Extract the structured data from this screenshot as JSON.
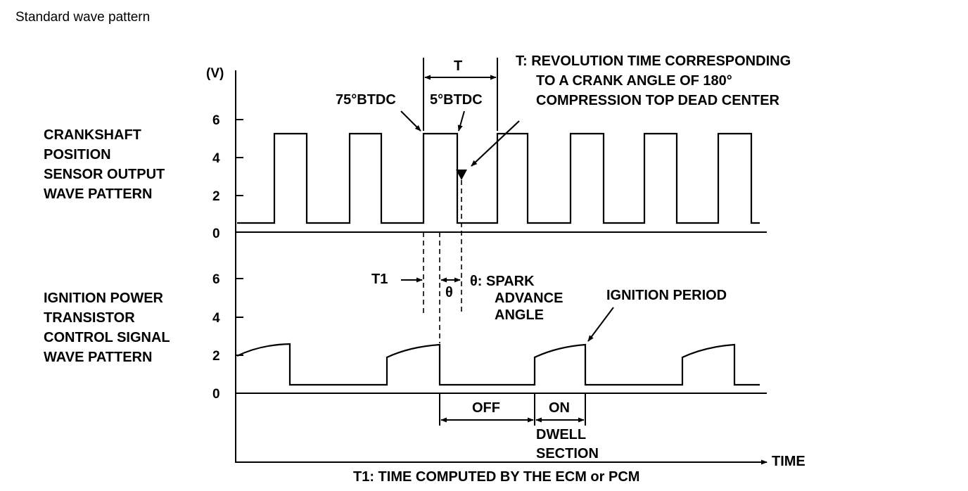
{
  "page_title": "Standard wave pattern",
  "y_unit": "(V)",
  "top_panel": {
    "label_lines": [
      "CRANKSHAFT",
      "POSITION",
      "SENSOR OUTPUT",
      "WAVE PATTERN"
    ],
    "y_ticks": [
      "6",
      "4",
      "2",
      "0"
    ]
  },
  "bottom_panel": {
    "label_lines": [
      "IGNITION POWER",
      "TRANSISTOR",
      "CONTROL SIGNAL",
      "WAVE PATTERN"
    ],
    "y_ticks": [
      "6",
      "4",
      "2",
      "0"
    ]
  },
  "annotations": {
    "period_symbol": "T",
    "btdc_75": "75°BTDC",
    "btdc_5": "5°BTDC",
    "t_note_lines": [
      "T: REVOLUTION TIME CORRESPONDING",
      "TO A CRANK ANGLE OF 180°",
      "COMPRESSION TOP DEAD CENTER"
    ],
    "t1_label": "T1",
    "theta": "θ",
    "theta_note_lines": [
      "θ: SPARK",
      "ADVANCE",
      "ANGLE"
    ],
    "ignition_period": "IGNITION PERIOD",
    "off": "OFF",
    "on": "ON",
    "dwell_lines": [
      "DWELL",
      "SECTION"
    ],
    "time_axis": "TIME",
    "footnote": "T1: TIME COMPUTED BY THE ECM or PCM"
  },
  "colors": {
    "ink": "#000000",
    "background": "#ffffff"
  }
}
